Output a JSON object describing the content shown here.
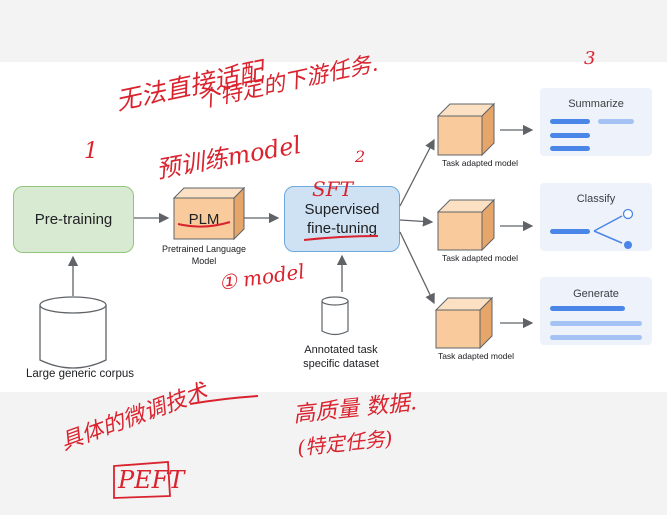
{
  "diagram": {
    "pretraining_label": "Pre-training",
    "corpus_label": "Large generic corpus",
    "plm_label": "PLM",
    "plm_caption_line1": "Pretrained Language",
    "plm_caption_line2": "Model",
    "sft_label_line1": "Supervised",
    "sft_label_line2": "fine-tuning",
    "dataset_label_line1": "Annotated task",
    "dataset_label_line2": "specific dataset",
    "task_model_label": "Task adapted model",
    "tasks": [
      {
        "title": "Summarize"
      },
      {
        "title": "Classify"
      },
      {
        "title": "Generate"
      }
    ]
  },
  "annotations": {
    "top_line1": "无法直接适配",
    "top_line2": "个特定的下游任务.",
    "pretrained": "预训练model",
    "num1": "1",
    "num2": "2",
    "num3": "3",
    "sft": "SFT",
    "model_note": "① model",
    "peft_title": "具体的微调技术",
    "peft": "PEFT",
    "quality_data": "高质量 数据.",
    "specific_task": "(特定任务)"
  },
  "colors": {
    "annotation_red": "#d9232e",
    "pretraining_fill": "#d9ead3",
    "sft_fill": "#cfe2f3",
    "cube_fill": "#f9cb9c",
    "accent_blue": "#4a86e8"
  }
}
